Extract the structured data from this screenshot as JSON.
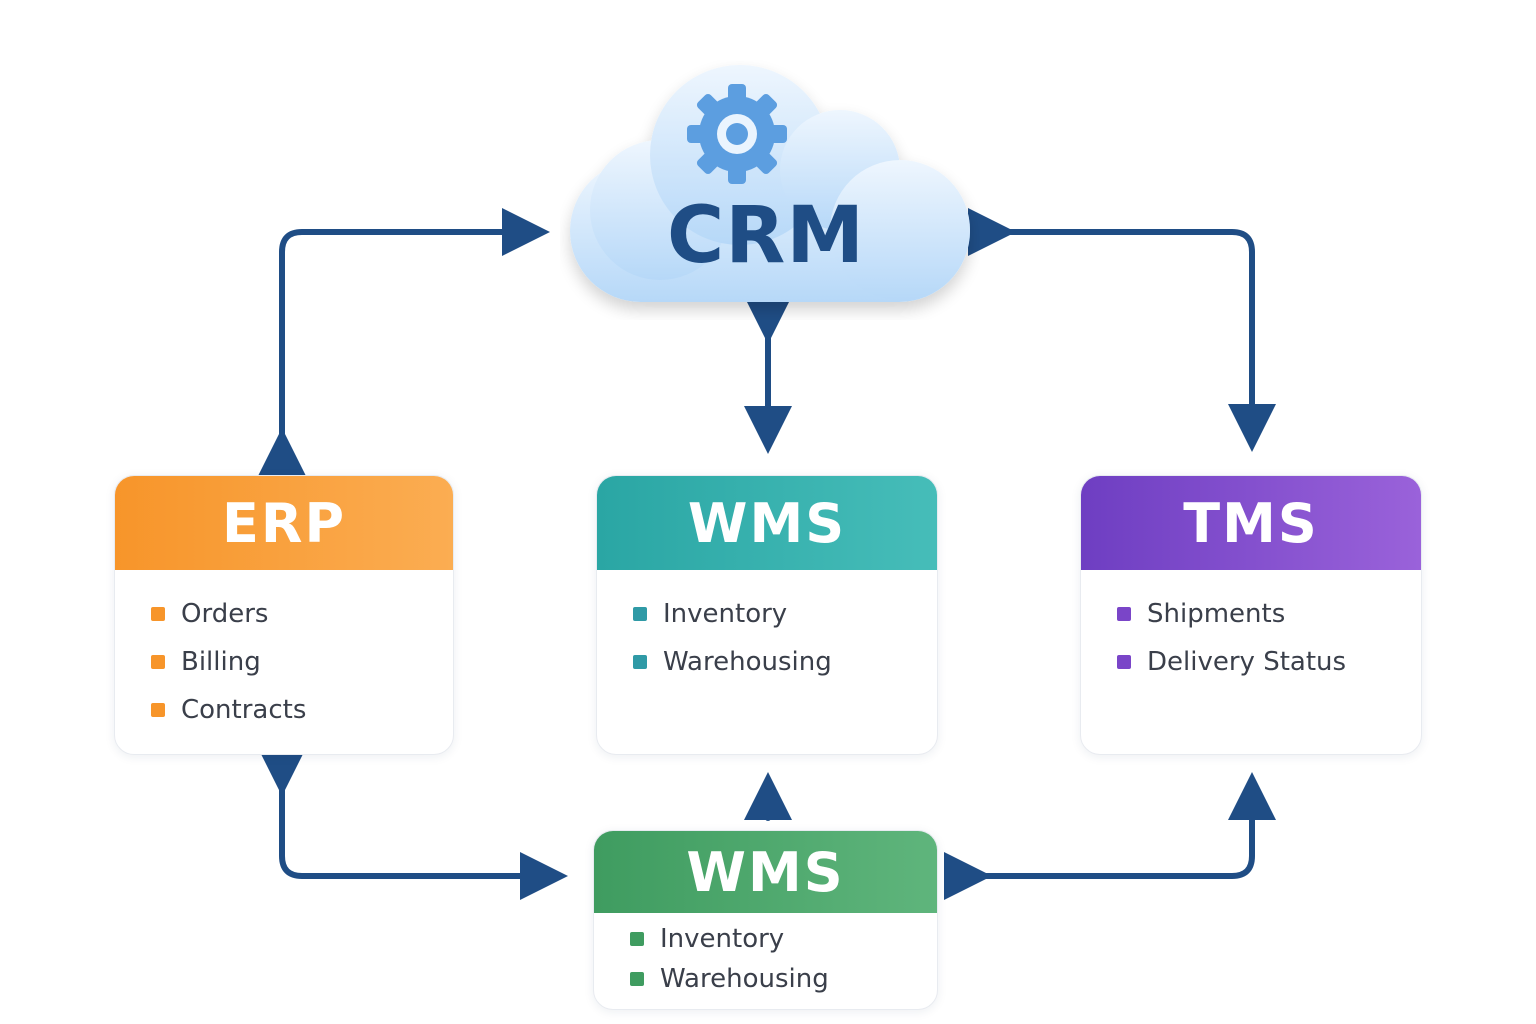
{
  "crm": {
    "title": "CRM",
    "icon": "gear-icon",
    "cloud_color": "#cfe5fb",
    "title_color": "#1f4d85"
  },
  "connector_color": "#1f4d85",
  "systems": {
    "erp": {
      "title": "ERP",
      "color": "#f7952a",
      "items": [
        "Orders",
        "Billing",
        "Contracts"
      ]
    },
    "wms_top": {
      "title": "WMS",
      "color": "#2aa6a4",
      "items": [
        "Inventory",
        "Warehousing"
      ]
    },
    "tms": {
      "title": "TMS",
      "color": "#7a45c8",
      "items": [
        "Shipments",
        "Delivery Status"
      ]
    },
    "wms_bottom": {
      "title": "WMS",
      "color": "#3f9c60",
      "items": [
        "Inventory",
        "Warehousing"
      ]
    }
  }
}
